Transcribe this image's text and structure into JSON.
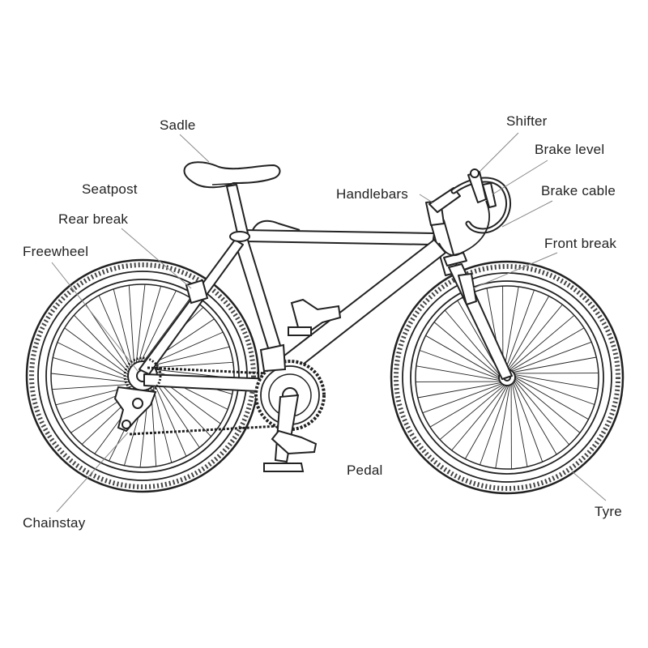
{
  "labels": {
    "sadle": "Sadle",
    "seatpost": "Seatpost",
    "rear_break": "Rear break",
    "freewheel": "Freewheel",
    "chainstay": "Chainstay",
    "shifter": "Shifter",
    "brake_level": "Brake level",
    "handlebars": "Handlebars",
    "brake_cable": "Brake cable",
    "front_break": "Front break",
    "pedal": "Pedal",
    "tyre": "Tyre"
  },
  "colors": {
    "line": "#222222",
    "leader": "#888888",
    "background": "#ffffff"
  }
}
